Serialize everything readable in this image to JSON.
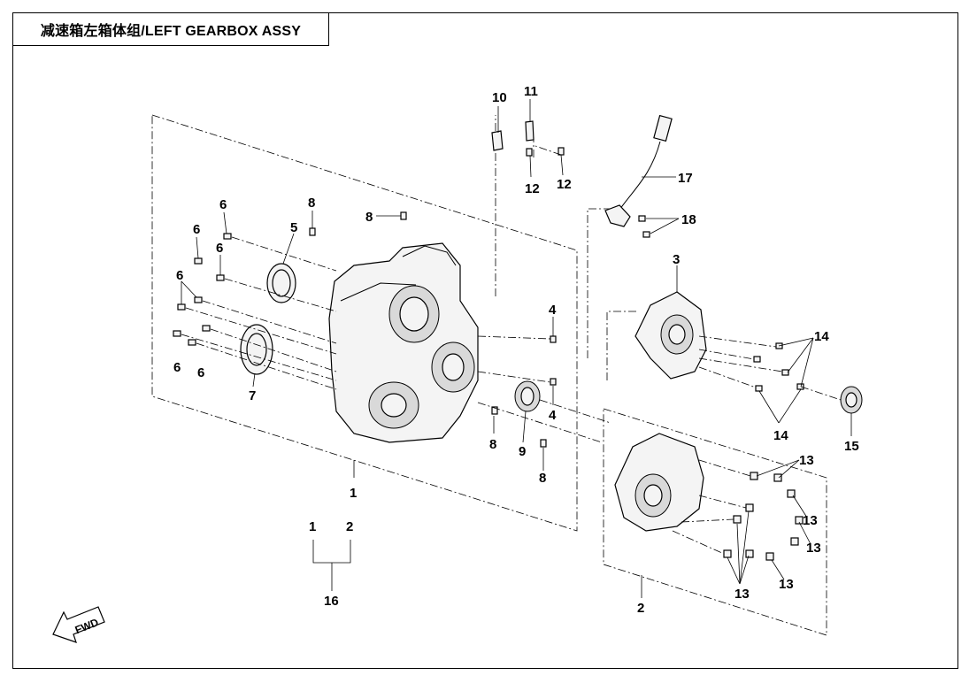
{
  "title": "减速箱左箱体组/LEFT GEARBOX ASSY",
  "fwd_label": "FWD",
  "callouts": {
    "c10": "10",
    "c11": "11",
    "c12a": "12",
    "c12b": "12",
    "c17": "17",
    "c18": "18",
    "c6a": "6",
    "c6b": "6",
    "c6c": "6",
    "c6d": "6",
    "c6e": "6",
    "c6f": "6",
    "c8a": "8",
    "c8b": "8",
    "c8c": "8",
    "c8d": "8",
    "c5": "5",
    "c4a": "4",
    "c4b": "4",
    "c3": "3",
    "c14a": "14",
    "c14b": "14",
    "c7": "7",
    "c9": "9",
    "c15": "15",
    "c1": "1",
    "c13a": "13",
    "c13b": "13",
    "c13c": "13",
    "c13d": "13",
    "c13e": "13",
    "c2": "2",
    "c16_1": "1",
    "c16_2": "2",
    "c16": "16"
  }
}
